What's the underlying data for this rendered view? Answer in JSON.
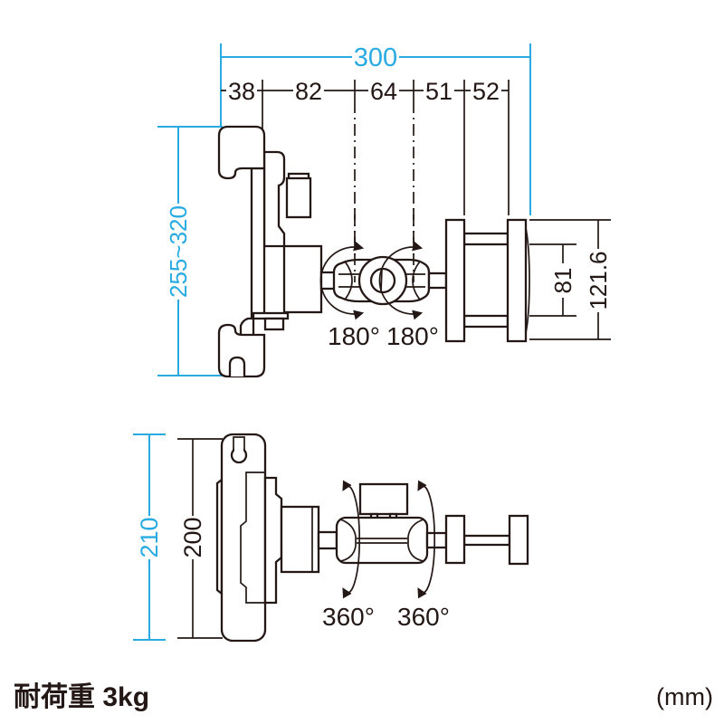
{
  "title": "wall-mount tablet arm dimensional drawing",
  "colors": {
    "accent_cyan": "#29ABE2",
    "line_black": "#231815",
    "background": "#ffffff"
  },
  "top_view": {
    "total_width": "300",
    "segments": [
      "38",
      "82",
      "64",
      "51",
      "52"
    ],
    "height_range": "255~320",
    "bracket_inner_height": "81",
    "bracket_height": "121.6",
    "rotation_left": "180°",
    "rotation_right": "180°"
  },
  "bottom_view": {
    "outer_height": "210",
    "inner_height": "200",
    "rotation_left": "360°",
    "rotation_right": "360°"
  },
  "footer": {
    "load_capacity": "耐荷重 3kg",
    "unit": "(mm)"
  }
}
